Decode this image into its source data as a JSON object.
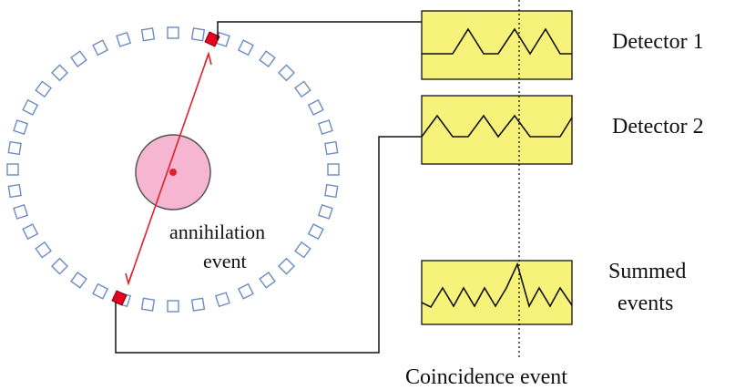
{
  "labels": {
    "detector1": "Detector 1",
    "detector2": "Detector 2",
    "summed_line1": "Summed",
    "summed_line2": "events",
    "annihilation_line1": "annihilation",
    "annihilation_line2": "event",
    "coincidence": "Coincidence event"
  },
  "ring": {
    "detector_count": 40,
    "detector_color": "#6b8cc4",
    "active_detector_color": "#e8001c"
  },
  "colors": {
    "source_fill": "#f6b6d2",
    "source_stroke": "#555555",
    "gamma_line": "#e0202a",
    "trace_background": "#f7f279",
    "wire": "#111111"
  }
}
